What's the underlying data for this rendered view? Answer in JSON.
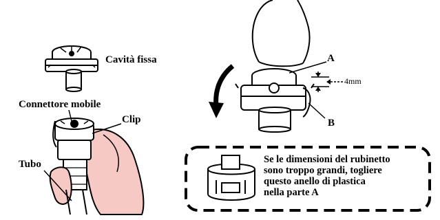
{
  "labels": {
    "fixed_cavity": "Cavità fissa",
    "mobile_connector": "Connettore mobile",
    "clip": "Clip",
    "tube": "Tubo",
    "point_a": "A",
    "point_b": "B",
    "dimension": "4mm"
  },
  "note": {
    "lines": [
      "Se le dimensioni del rubinetto",
      "sono troppo grandi, togliere",
      "questo anello di plastica",
      "nella parte A"
    ]
  },
  "colors": {
    "ink": "#000000",
    "skin": "#f7c9c4",
    "background": "#ffffff"
  }
}
